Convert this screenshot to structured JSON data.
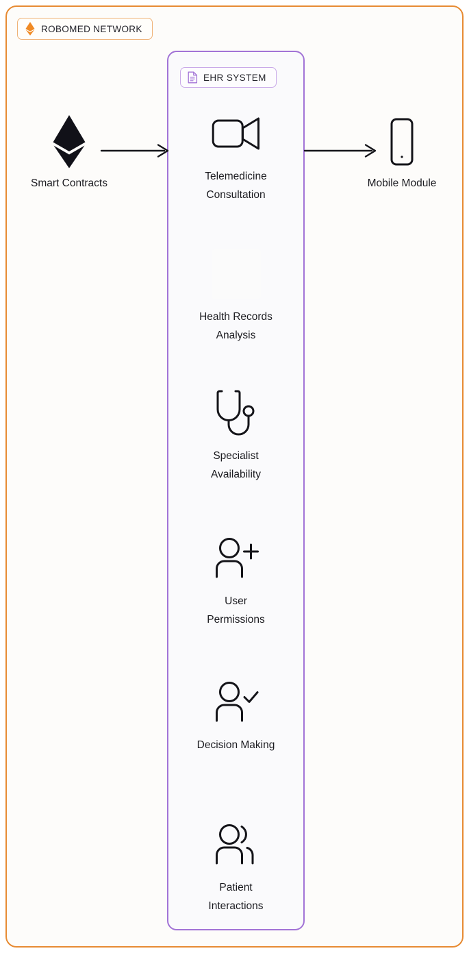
{
  "frame": {
    "border_color": "#E78B33",
    "background": "#FDFCFA"
  },
  "brand": {
    "label": "ROBOMED NETWORK",
    "icon": "ethereum-diamond-icon",
    "icon_color": "#F08A24",
    "border_color": "#EFB277"
  },
  "ehr": {
    "label": "EHR SYSTEM",
    "icon": "document-icon",
    "icon_color": "#A273D6",
    "border_color": "#A273D6",
    "background": "#FAFAFC",
    "features": [
      {
        "id": "telemedicine-consultation",
        "icon": "video-camera-icon",
        "label": "Telemedicine\nConsultation"
      },
      {
        "id": "health-records-analysis",
        "icon": "blank-icon",
        "label": "Health Records\nAnalysis"
      },
      {
        "id": "specialist-availability",
        "icon": "stethoscope-icon",
        "label": "Specialist\nAvailability"
      },
      {
        "id": "user-permissions",
        "icon": "user-plus-icon",
        "label": "User\nPermissions"
      },
      {
        "id": "decision-making",
        "icon": "user-check-icon",
        "label": "Decision Making"
      },
      {
        "id": "patient-interactions",
        "icon": "users-group-icon",
        "label": "Patient\nInteractions"
      }
    ]
  },
  "nodes": {
    "smart_contracts": {
      "label": "Smart Contracts",
      "icon": "ethereum-logo-icon",
      "icon_color": "#111118"
    },
    "mobile_module": {
      "label": "Mobile Module",
      "icon": "smartphone-icon",
      "icon_color": "#111118"
    }
  },
  "connectors": [
    {
      "id": "smart-contracts-to-ehr",
      "from": "Smart Contracts",
      "to": "EHR System",
      "direction": "right"
    },
    {
      "id": "ehr-to-mobile-module",
      "from": "EHR System",
      "to": "Mobile Module",
      "direction": "right"
    }
  ]
}
